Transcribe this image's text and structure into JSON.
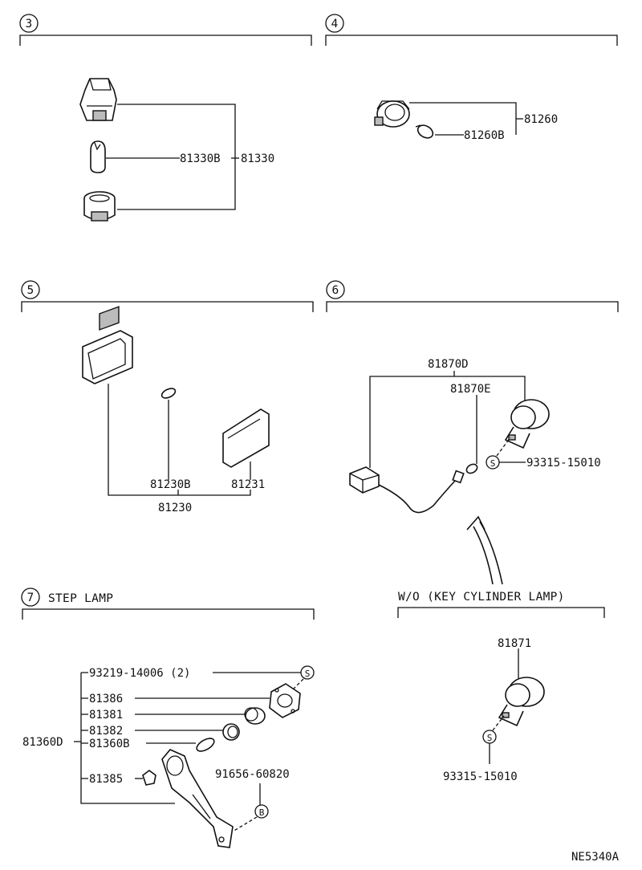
{
  "sections": {
    "s3": {
      "num": "3"
    },
    "s4": {
      "num": "4"
    },
    "s5": {
      "num": "5"
    },
    "s6": {
      "num": "6"
    },
    "s7": {
      "num": "7",
      "title": "STEP LAMP"
    },
    "wo": {
      "title": "W/O (KEY CYLINDER LAMP)"
    }
  },
  "parts": {
    "p81330B": "81330B",
    "p81330": "81330",
    "p81260": "81260",
    "p81260B": "81260B",
    "p81230B": "81230B",
    "p81231": "81231",
    "p81230": "81230",
    "p81870D": "81870D",
    "p81870E": "81870E",
    "p93315a": "93315-15010",
    "p81871": "81871",
    "p93315b": "93315-15010",
    "p93219": "93219-14006 (2)",
    "p81386": "81386",
    "p81381": "81381",
    "p81382": "81382",
    "p81360B": "81360B",
    "p81385": "81385",
    "p81360D": "81360D",
    "p91656": "91656-60820"
  },
  "symbols": {
    "s_mark": "S",
    "b_mark": "B"
  },
  "footer": {
    "code": "NE5340A"
  }
}
